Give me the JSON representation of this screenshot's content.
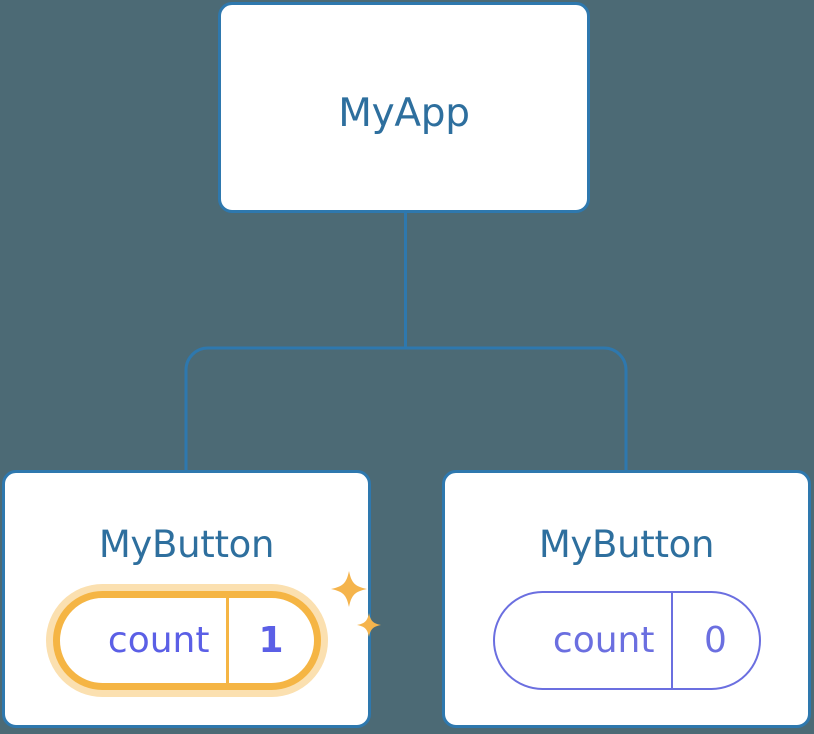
{
  "diagram": {
    "type": "component-tree",
    "background_color": "#4c6a75",
    "node_border_color": "#2e78ae",
    "node_title_color": "#2e6f9e",
    "connector_color": "#2e78ae",
    "highlight_color": "#f5b544",
    "highlight_glow_color": "#fbe0b0",
    "state_color": "#6b6fe0",
    "root": {
      "id": "myapp",
      "title": "MyApp"
    },
    "children": [
      {
        "id": "mybutton-left",
        "title": "MyButton",
        "highlighted": true,
        "state": {
          "key": "count",
          "value": "1"
        },
        "sparkle_count": 2
      },
      {
        "id": "mybutton-right",
        "title": "MyButton",
        "highlighted": false,
        "state": {
          "key": "count",
          "value": "0"
        },
        "sparkle_count": 0
      }
    ],
    "edges": [
      {
        "from": "myapp",
        "to": "mybutton-left"
      },
      {
        "from": "myapp",
        "to": "mybutton-right"
      }
    ]
  }
}
